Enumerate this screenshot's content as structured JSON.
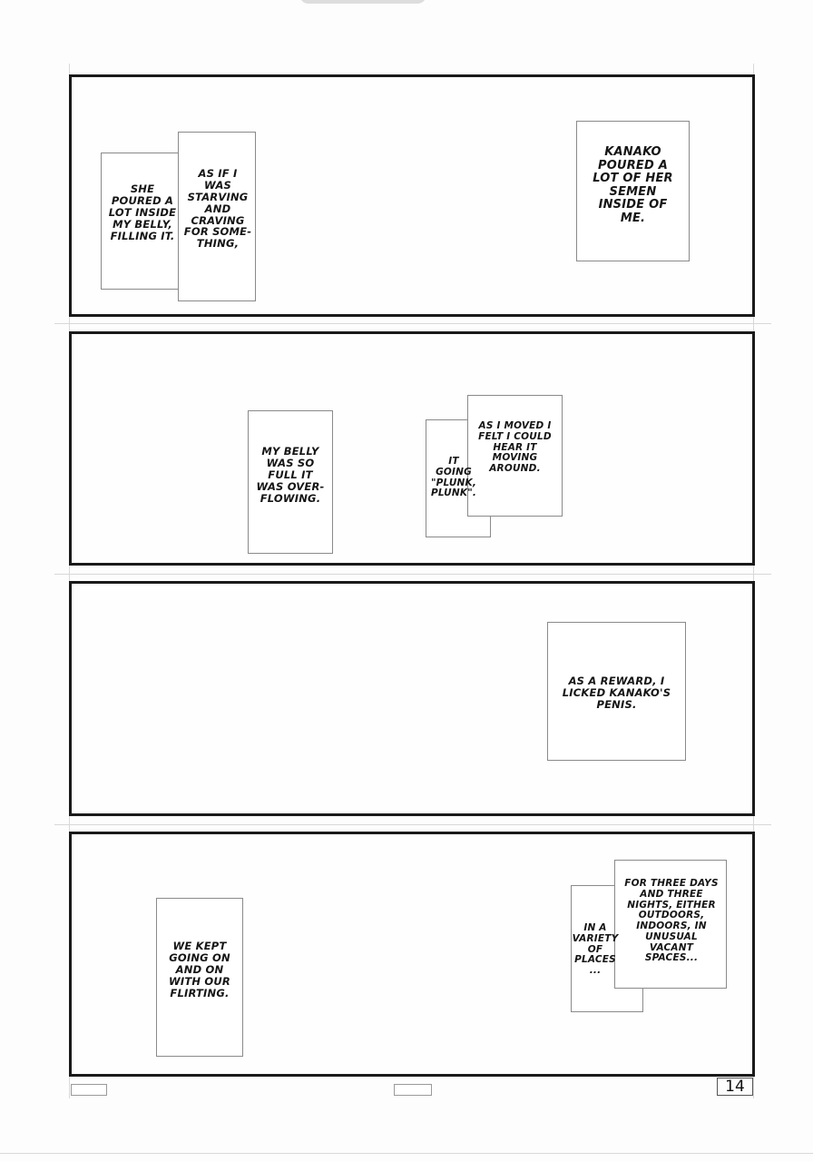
{
  "panel1": {
    "caption_left_a": "SHE\nPOURED A\nLOT INSIDE\nMY BELLY,\nFILLING IT.",
    "caption_left_b": "AS IF I\nWAS\nSTARVING\nAND\nCRAVING\nFOR SOME-\nTHING,",
    "caption_right": "KANAKO\nPOURED A\nLOT OF HER\nSEMEN\nINSIDE OF\nME."
  },
  "panel2": {
    "caption_left": "MY BELLY\nWAS SO\nFULL IT\nWAS OVER-\nFLOWING.",
    "caption_right_a": "IT\nGOING\n\"PLUNK,\nPLUNK\".",
    "caption_right_b": "AS I MOVED I\nFELT I COULD\nHEAR IT\nMOVING\nAROUND."
  },
  "panel3": {
    "caption": "AS A REWARD, I\nLICKED KANAKO'S\nPENIS."
  },
  "panel4": {
    "caption_left": "WE KEPT\nGOING ON\nAND ON\nWITH OUR\nFLIRTING.",
    "caption_right_a": "IN A\nVARIETY\nOF\nPLACES\n...",
    "caption_right_b": "FOR THREE DAYS\nAND THREE\nNIGHTS, EITHER\nOUTDOORS,\nINDOORS, IN\nUNUSUAL\nVACANT\nSPACES..."
  },
  "page_number": "14"
}
